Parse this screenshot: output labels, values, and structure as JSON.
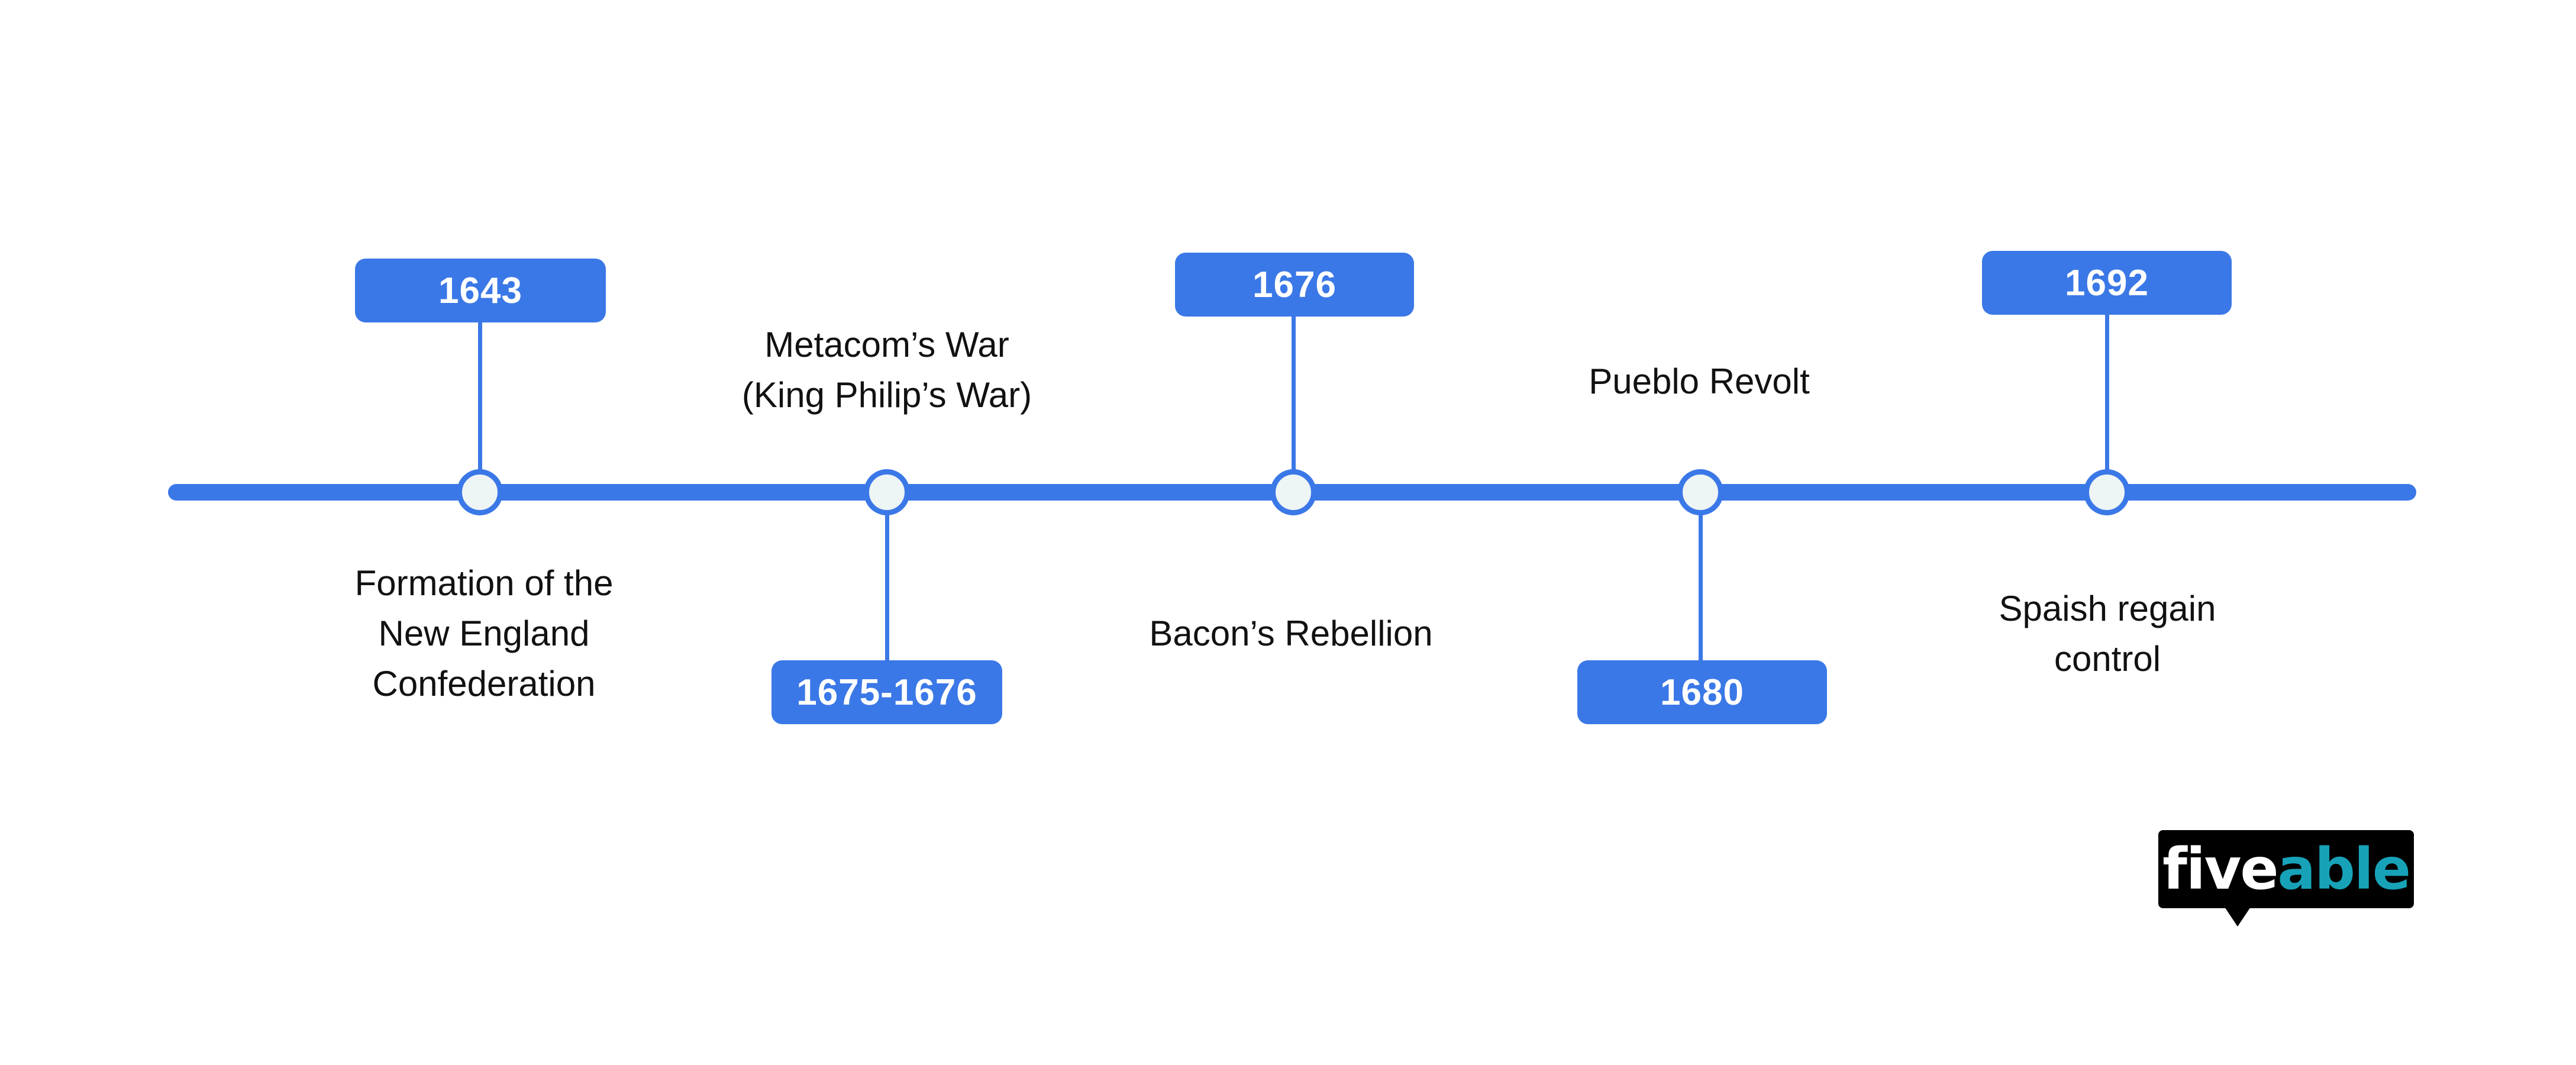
{
  "timeline": {
    "events": [
      {
        "date": "1643",
        "label": "Formation of the\nNew England\nConfederation"
      },
      {
        "date": "1675-1676",
        "label": "Metacom’s War\n(King Philip’s War)"
      },
      {
        "date": "1676",
        "label": "Bacon’s Rebellion"
      },
      {
        "date": "1680",
        "label": "Pueblo Revolt"
      },
      {
        "date": "1692",
        "label": "Spaish regain\ncontrol"
      }
    ]
  },
  "logo": {
    "part1": "five",
    "part2": "able",
    "colors": {
      "five": "#ffffff",
      "able": "#17a2b8",
      "background": "#000000"
    }
  },
  "colors": {
    "accent": "#3b78e7",
    "node_fill": "#eef5f5",
    "text": "#111111"
  }
}
